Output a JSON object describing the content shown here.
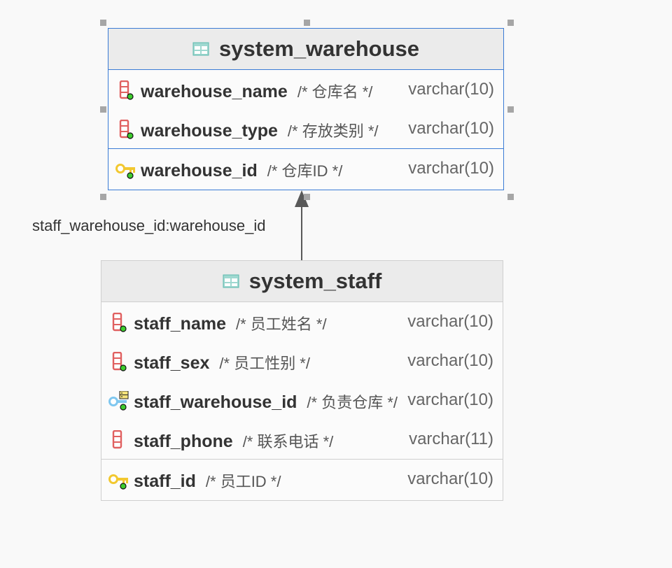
{
  "diagram": {
    "edge_label": "staff_warehouse_id:warehouse_id",
    "tables": [
      {
        "name": "system_warehouse",
        "rows": [
          {
            "name": "warehouse_name",
            "comment": "/* 仓库名 */",
            "type": "varchar(10)",
            "icon": "column-icon"
          },
          {
            "name": "warehouse_type",
            "comment": "/* 存放类别 */",
            "type": "varchar(10)",
            "icon": "column-icon"
          },
          {
            "name": "warehouse_id",
            "comment": "/* 仓库ID */",
            "type": "varchar(10)",
            "icon": "primary-key-icon"
          }
        ]
      },
      {
        "name": "system_staff",
        "rows": [
          {
            "name": "staff_name",
            "comment": "/* 员工姓名 */",
            "type": "varchar(10)",
            "icon": "column-icon"
          },
          {
            "name": "staff_sex",
            "comment": "/* 员工性别 */",
            "type": "varchar(10)",
            "icon": "column-icon"
          },
          {
            "name": "staff_warehouse_id",
            "comment": "/* 负责仓库 */",
            "type": "varchar(10)",
            "icon": "foreign-key-icon"
          },
          {
            "name": "staff_phone",
            "comment": "/* 联系电话 */",
            "type": "varchar(11)",
            "icon": "column-icon"
          },
          {
            "name": "staff_id",
            "comment": "/* 员工ID */",
            "type": "varchar(10)",
            "icon": "primary-key-icon"
          }
        ]
      }
    ],
    "colors": {
      "selection_border": "#3a7bd5",
      "header_bg": "#ebebeb",
      "column_icon": "#e06060",
      "key_icon": "#f2c830",
      "fk_icon": "#7fc7ef",
      "not_null_dot": "#3dcc2e",
      "arrow": "#595959"
    }
  }
}
